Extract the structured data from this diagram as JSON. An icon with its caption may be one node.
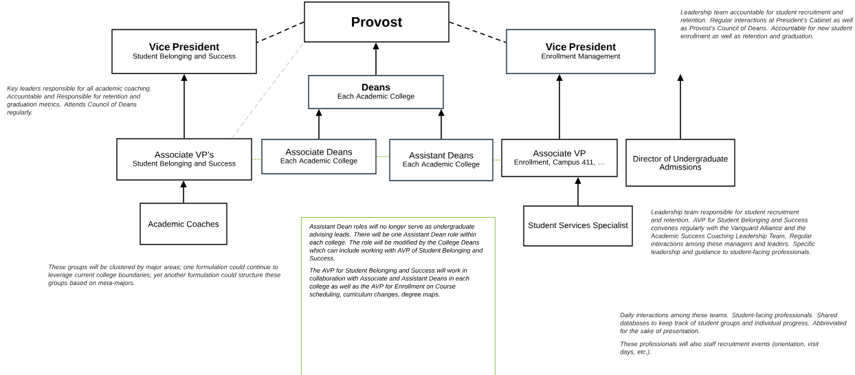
{
  "diagram": {
    "nodes": [
      {
        "text": [
          "Provost"
        ]
      },
      {
        "text": [
          "Vice President",
          "Student Belonging and Success"
        ]
      },
      {
        "text": [
          "Vice President",
          "Enrollment Management"
        ]
      },
      {
        "text": [
          "Deans",
          "Each Academic College"
        ]
      },
      {
        "text": [
          "Associate VP’s",
          "Student Belonging and Success"
        ]
      },
      {
        "text": [
          "Associate Deans",
          "Each Academic College"
        ]
      },
      {
        "text": [
          "Assistant Deans",
          "Each Academic College"
        ]
      },
      {
        "text": [
          "Associate VP",
          "Enrollment, Campus 411, …"
        ]
      },
      {
        "text": [
          "Director of Undergraduate Admissions"
        ]
      },
      {
        "text": [
          "Academic Coaches"
        ]
      },
      {
        "text": [
          "Student Services Specialist"
        ]
      },
      {
        "text": [
          "Assistant Dean roles will no longer serve as undergraduate advising leads. There will be one Assistant Dean role within each college. The role will be modified by the College Deans which can include working with AVP of Student Belonging and Success.",
          "The AVP for Student Belonging and Success will work in collaboration with Associate and Assistant Deans in each college as well as the AVP for Enrollment on Course scheduling, curriculum changes, degree maps."
        ]
      }
    ],
    "edges": [
      {
        "from": 0,
        "to": 1,
        "arrow": "none",
        "style": "dashed"
      },
      {
        "from": 0,
        "to": 2,
        "arrow": "none",
        "style": "dashed"
      },
      {
        "from": 3,
        "to": 0,
        "arrow": "to"
      },
      {
        "from": 4,
        "to": 1,
        "arrow": "to"
      },
      {
        "from": 4,
        "to": 0,
        "arrow": "none",
        "style": "dashed",
        "color": "#d9d9d9"
      },
      {
        "from": 5,
        "to": 3,
        "arrow": "to"
      },
      {
        "from": 6,
        "to": 3,
        "arrow": "to"
      },
      {
        "from": 7,
        "to": 2,
        "arrow": "to"
      },
      {
        "from": 8,
        "to": 2,
        "arrow": "to"
      },
      {
        "from": 9,
        "to": 4,
        "arrow": "to"
      },
      {
        "from": 10,
        "to": 7,
        "arrow": "to"
      },
      {
        "from": 4,
        "to": 5,
        "arrow": "none",
        "style": "dashed",
        "color": "#8cc63f"
      },
      {
        "from": 5,
        "to": 6,
        "arrow": "none",
        "style": "dashed",
        "color": "#8cc63f"
      },
      {
        "from": 6,
        "to": 7,
        "arrow": "none",
        "style": "dashed",
        "color": "#8cc63f"
      }
    ],
    "labels": [
      "Leadership team accountable for student recruitment and retention. Regular interactions at President’s Cabinet as well as Provost’s Council of Deans. Accountable for new student enrollment as well as retention and graduation.",
      "Key leaders responsible for all academic coaching. Accountable and Responsible for retention and graduation metrics. Attends Council of Deans regularly.",
      "Leadership team responsible for student recruitment and retention. AVP for Student Belonging and Success convenes regularly with the Vanguard Alliance and the Academic Success Coaching Leadership Team. Regular interactions among these managers and leaders. Specific leadership and guidance to student-facing professionals.",
      "These groups will be clustered by major areas; one formulation could continue to leverage current college boundaries; yet another formulation could structure these groups based on meta-majors.",
      "Daily interactions among these teams. Student-facing professionals. Shared databases to keep track of student groups and individual progress. Abbreviated for the sake of presentation.",
      "These professionals will also staff recruitment events (orientation, visit days, etc.)."
    ]
  }
}
